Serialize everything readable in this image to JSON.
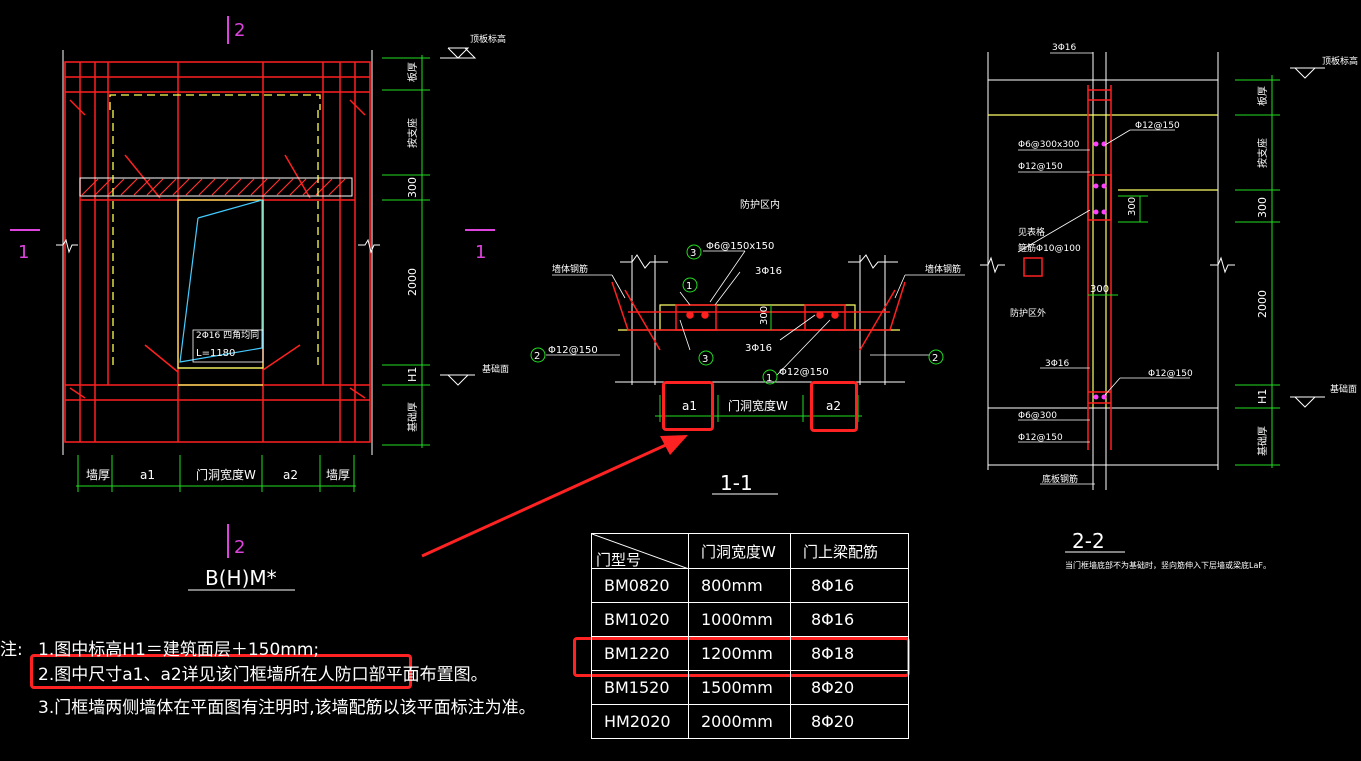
{
  "left_view": {
    "section_mark_top": "2",
    "section_mark_bottom": "2",
    "section_mark_left": "1",
    "section_mark_right": "1",
    "title": "B(H)M*",
    "rebar_note_line1": "2Φ16 四角均同",
    "rebar_note_line2": "L=1180",
    "dim_labels_bottom": [
      "墙厚",
      "a1",
      "门洞宽度W",
      "a2",
      "墙厚"
    ],
    "dim_labels_right": [
      "板厚",
      "按支座",
      "300",
      "2000",
      "H1",
      "基础厚"
    ],
    "elev_labels": [
      "顶板标高",
      "基础面"
    ]
  },
  "section_1_1": {
    "title": "1-1",
    "zone_label": "防护区内",
    "labels": [
      "Φ6@150x150",
      "3Φ16",
      "墙体钢筋",
      "墙体钢筋",
      "Φ12@150",
      "3Φ16",
      "Φ12@150",
      "300"
    ],
    "callouts": [
      "1",
      "2",
      "3",
      "3",
      "1",
      "2"
    ],
    "dim_a1": "a1",
    "dim_w": "门洞宽度W",
    "dim_a2": "a2"
  },
  "section_2_2": {
    "title": "2-2",
    "note": "当门框墙底部不为基础时，竖向筋伸入下层墙或梁底LaF。",
    "labels": [
      "3Φ16",
      "Φ12@150",
      "Φ6@300x300",
      "Φ12@150",
      "见表格",
      "箍筋Φ10@100",
      "防护区外",
      "3Φ16",
      "Φ12@150",
      "Φ6@300",
      "Φ12@150",
      "底板钢筋"
    ],
    "dims_right": [
      "板厚",
      "按支座",
      "300",
      "2000",
      "H1",
      "基础厚"
    ],
    "dim_300_mid": "300",
    "dim_300_low": "300",
    "elev_labels": [
      "顶板标高",
      "基础面"
    ]
  },
  "table": {
    "headers": [
      "门型号",
      "门洞宽度W",
      "门上梁配筋"
    ],
    "rows": [
      [
        "BM0820",
        "800mm",
        "8Φ16"
      ],
      [
        "BM1020",
        "1000mm",
        "8Φ16"
      ],
      [
        "BM1220",
        "1200mm",
        "8Φ18"
      ],
      [
        "BM1520",
        "1500mm",
        "8Φ20"
      ],
      [
        "HM2020",
        "2000mm",
        "8Φ20"
      ]
    ]
  },
  "notes": {
    "prefix": "注:",
    "items": [
      "1.图中标高H1＝建筑面层＋150mm;",
      "2.图中尺寸a1、a2详见该门框墙所在人防口部平面布置图。",
      "3.门框墙两侧墙体在平面图有注明时,该墙配筋以该平面标注为准。"
    ]
  },
  "colors": {
    "background": "#000000",
    "rebar": "#ff2020",
    "concrete_outline": "#ffff66",
    "dimension": "#22dd22",
    "section_mark": "#dd44dd",
    "text": "#ffffff",
    "highlight": "#ff2222"
  }
}
